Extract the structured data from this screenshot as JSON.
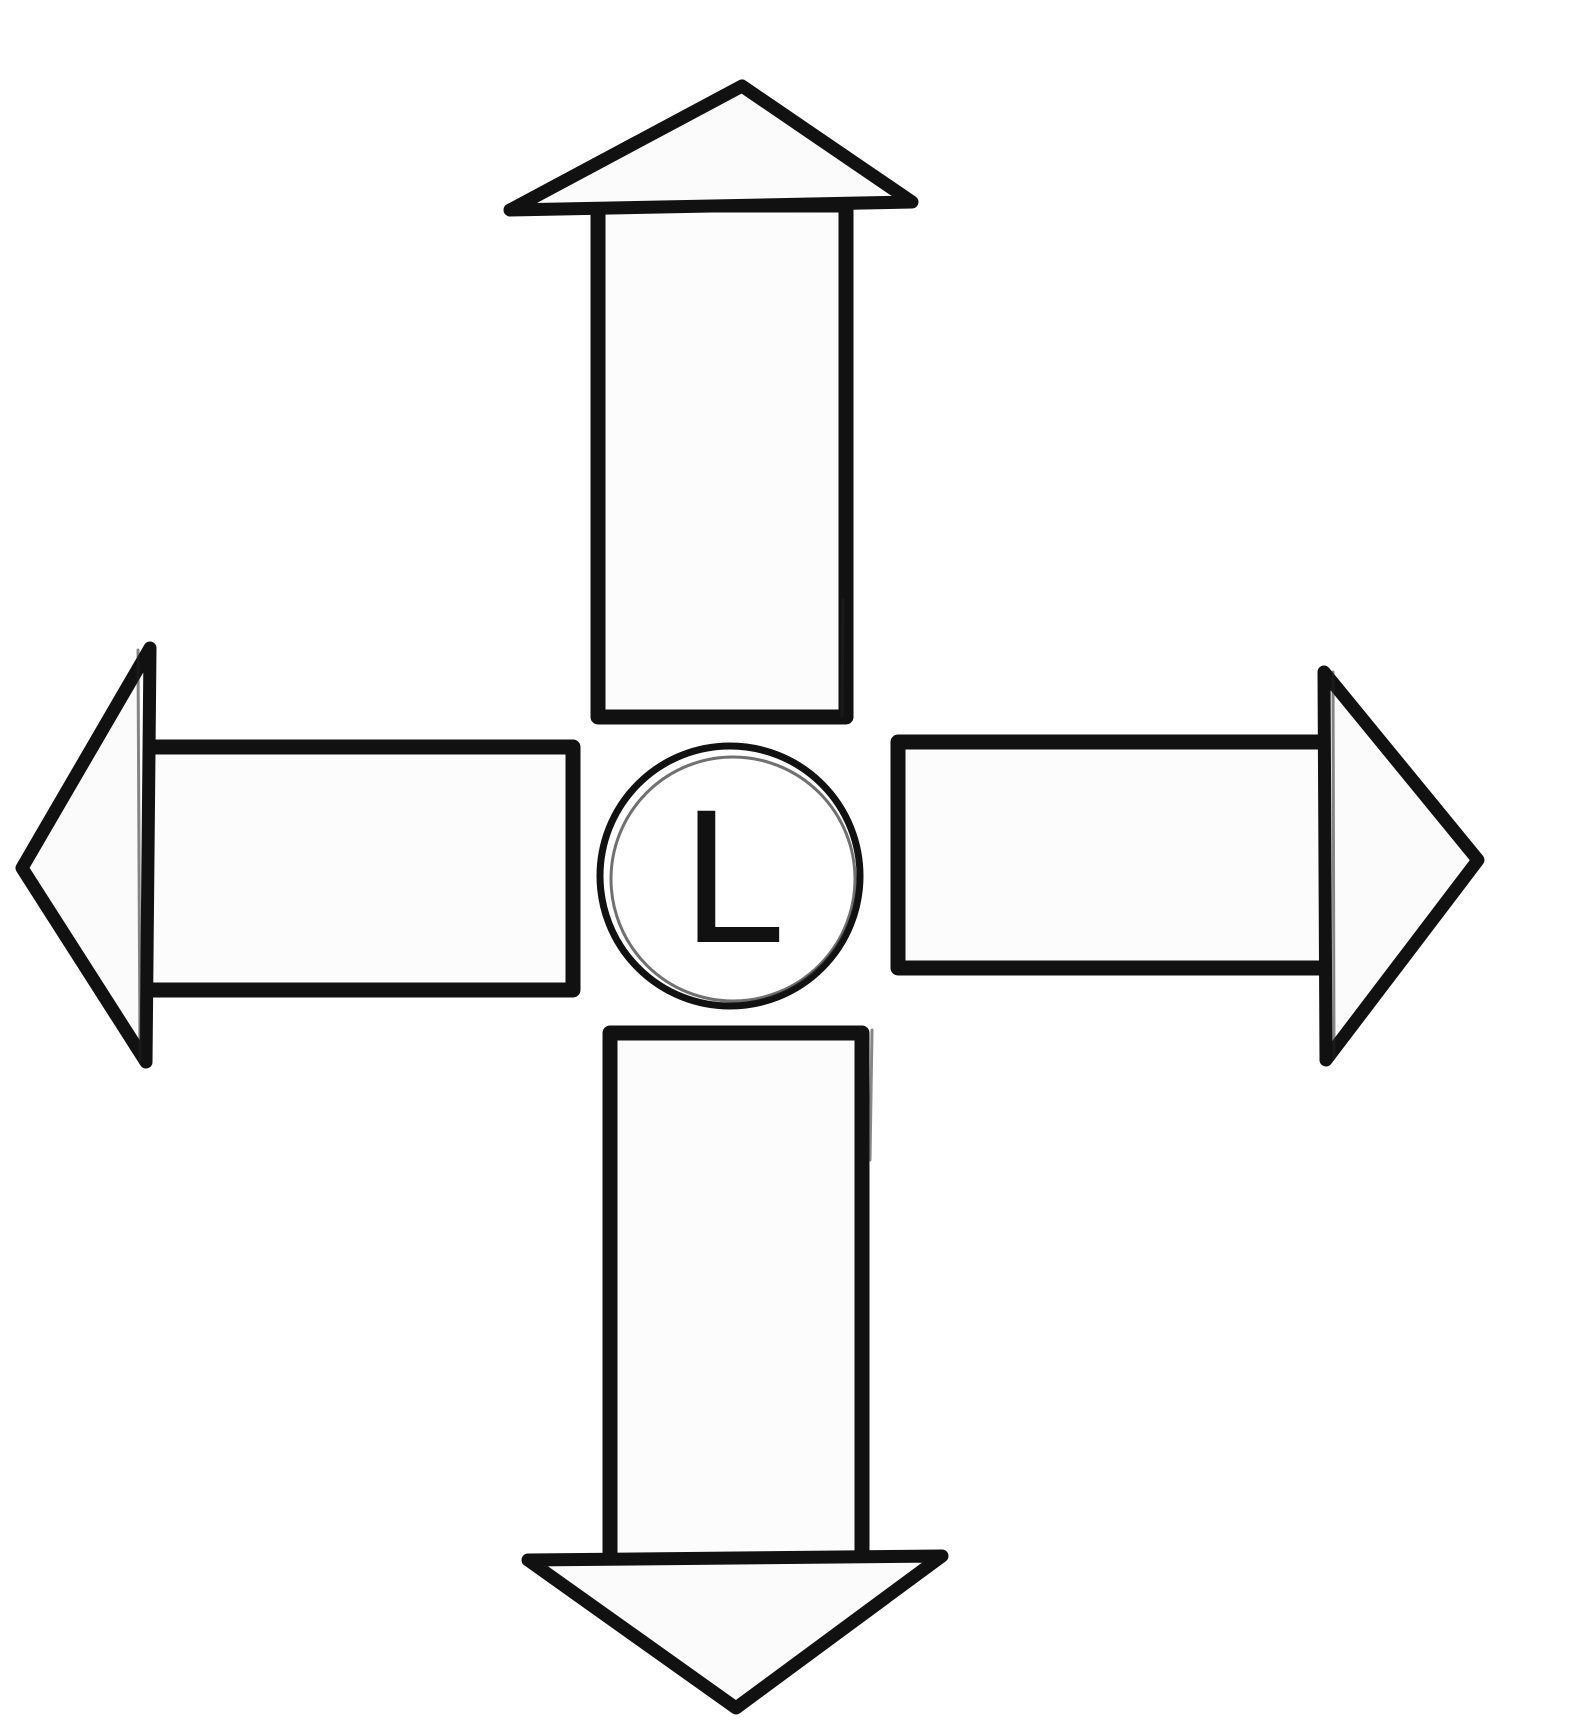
{
  "diagram": {
    "center_label": "L",
    "arrows": [
      {
        "direction": "up",
        "icon": "arrow-up-icon"
      },
      {
        "direction": "down",
        "icon": "arrow-down-icon"
      },
      {
        "direction": "left",
        "icon": "arrow-left-icon"
      },
      {
        "direction": "right",
        "icon": "arrow-right-icon"
      }
    ],
    "colors": {
      "stroke": "#111111",
      "fill": "#ffffff"
    }
  }
}
